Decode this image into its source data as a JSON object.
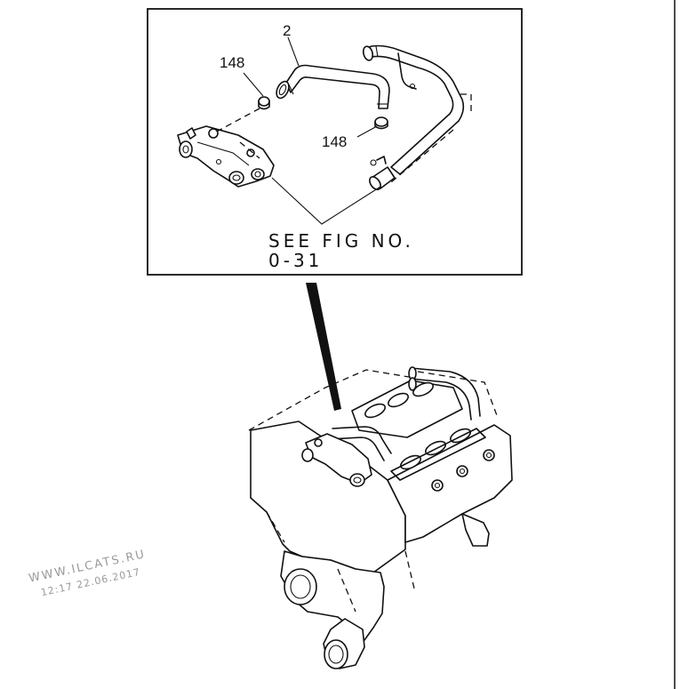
{
  "callouts": {
    "hose": "2",
    "clamp_left": "148",
    "clamp_right": "148"
  },
  "reference": {
    "line1": "SEE FIG NO.",
    "line2": "0-31"
  },
  "watermark": {
    "site": "WWW.ILCATS.RU",
    "timestamp": "12:17 22.06.2017"
  }
}
